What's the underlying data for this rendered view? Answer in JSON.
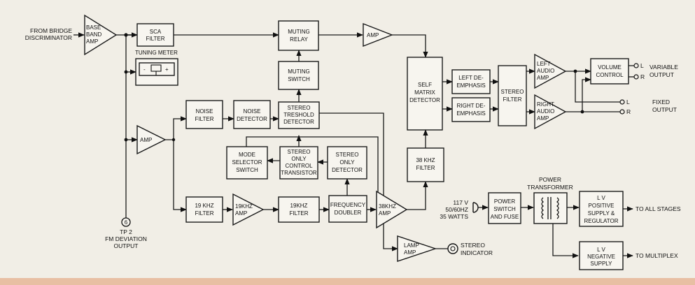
{
  "blocks": {
    "base_band_amp": [
      "BASE",
      "BAND",
      "AMP"
    ],
    "sca_filter": [
      "SCA",
      "FILTER"
    ],
    "tuning_meter": "TUNING METER",
    "muting_relay": [
      "MUTING",
      "RELAY"
    ],
    "muting_switch": [
      "MUTING",
      "SWITCH"
    ],
    "amp_top": "AMP",
    "amp_mid": "AMP",
    "noise_filter": [
      "NOISE",
      "FILTER"
    ],
    "noise_detector": [
      "NOISE",
      "DETECTOR"
    ],
    "stereo_threshold": [
      "STEREO",
      "TRESHOLD",
      "DETECTOR"
    ],
    "mode_selector": [
      "MODE",
      "SELECTOR",
      "SWITCH"
    ],
    "stereo_only_control": [
      "STEREO",
      "ONLY",
      "CONTROL",
      "TRANSISTOR"
    ],
    "stereo_only_detector": [
      "STEREO",
      "ONLY",
      "DETECTOR"
    ],
    "filter_38k": [
      "38 kHz",
      "FILTER"
    ],
    "self_matrix": [
      "SELF",
      "MATRIX",
      "DETECTOR"
    ],
    "left_deemph": [
      "LEFT DE-",
      "EMPHASIS"
    ],
    "right_deemph": [
      "RIGHT DE-",
      "EMPHASIS"
    ],
    "stereo_filter": [
      "STEREO",
      "FILTER"
    ],
    "left_audio_amp": [
      "LEFT",
      "AUDIO",
      "AMP"
    ],
    "right_audio_amp": [
      "RIGHT",
      "AUDIO",
      "AMP"
    ],
    "volume_control": [
      "VOLUME",
      "CONTROL"
    ],
    "filter_19k_1": [
      "19 kHz",
      "FILTER"
    ],
    "amp_19k": [
      "19kHz",
      "AMP"
    ],
    "filter_19k_2": [
      "19kHz",
      "FILTER"
    ],
    "freq_doubler": [
      "FREQUENCY",
      "DOUBLER"
    ],
    "amp_38k": [
      "38kHz",
      "AMP"
    ],
    "lamp_amp": [
      "LAMP",
      "AMP"
    ],
    "stereo_indicator": [
      "STEREO",
      "INDICATOR"
    ],
    "power_switch": [
      "POWER",
      "SWITCH",
      "AND FUSE"
    ],
    "power_transformer": [
      "POWER",
      "TRANSFORMER"
    ],
    "lv_positive": [
      "L V",
      "POSITIVE",
      "SUPPLY &",
      "REGULATOR"
    ],
    "lv_negative": [
      "L V",
      "NEGATIVE",
      "SUPPLY"
    ]
  },
  "labels": {
    "from_bridge": [
      "FROM BRIDGE",
      "DISCRIMINATOR"
    ],
    "tp2": [
      "TP 2",
      "FM DEVIATION",
      "OUTPUT"
    ],
    "tp_number": "6",
    "mains": [
      "117 V",
      "50/60Hz",
      "35 WATTS"
    ],
    "variable_output": [
      "VARIABLE",
      "OUTPUT"
    ],
    "fixed_output": [
      "FIXED",
      "OUTPUT"
    ],
    "out_l": "L",
    "out_r": "R",
    "to_all_stages": "TO ALL STAGES",
    "to_multiplex": "TO MULTIPLEX",
    "meter_minus": "-",
    "meter_plus": "+"
  }
}
